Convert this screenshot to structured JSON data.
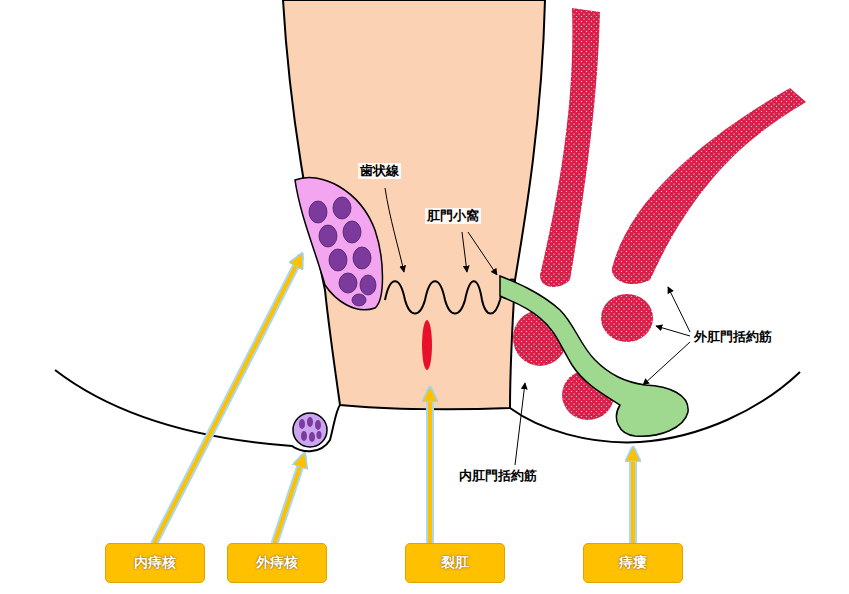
{
  "diagram": {
    "nodes": [
      {
        "text": [
          "内痔核"
        ]
      },
      {
        "text": [
          "外痔核"
        ]
      },
      {
        "text": [
          "裂肛"
        ]
      },
      {
        "text": [
          "痔瘻"
        ]
      }
    ],
    "labels": [
      "歯状線",
      "肛門小窩",
      "外肛門括約筋",
      "内肛門括約筋"
    ]
  }
}
